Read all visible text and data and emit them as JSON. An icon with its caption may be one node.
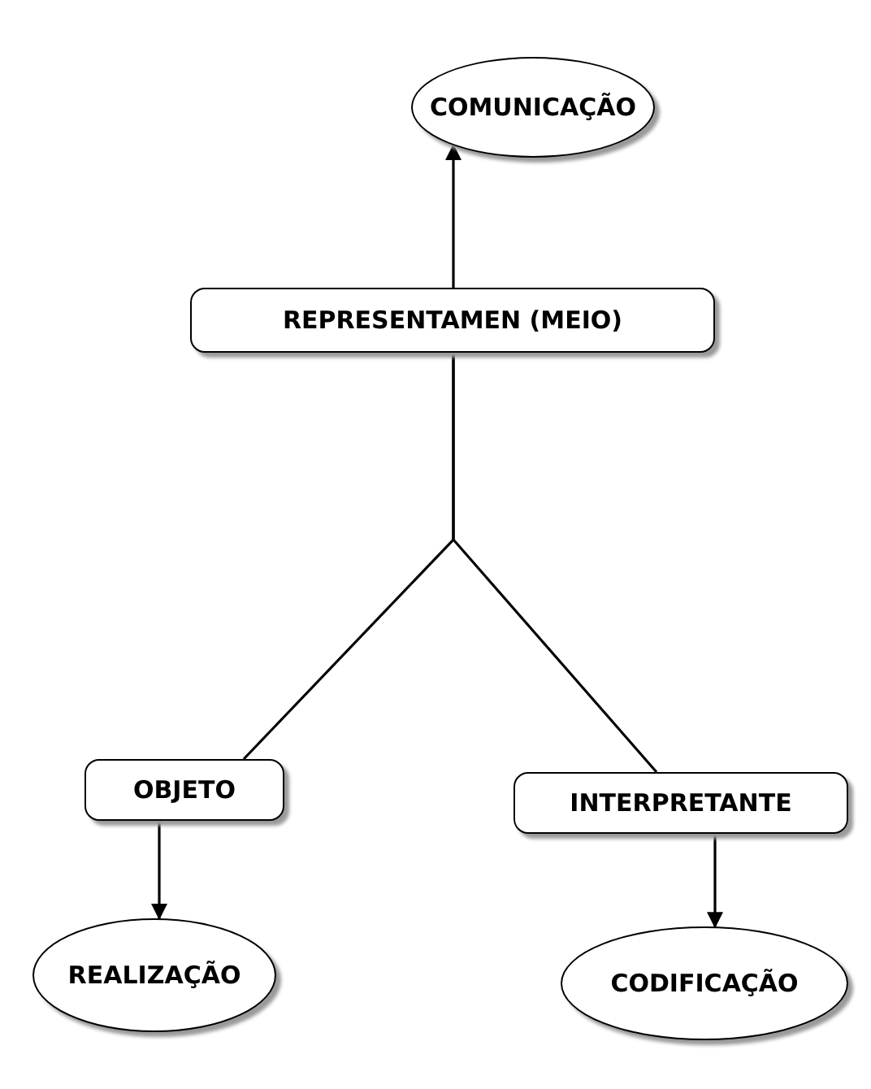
{
  "diagram": {
    "nodes": [
      {
        "text": [
          "COMUNICAÇÃO"
        ]
      },
      {
        "text": [
          "REPRESENTAMEN (MEIO)"
        ]
      },
      {
        "text": [
          "OBJETO"
        ]
      },
      {
        "text": [
          "INTERPRETANTE"
        ]
      },
      {
        "text": [
          "REALIZAÇÃO"
        ]
      },
      {
        "text": [
          "CODIFICAÇÃO"
        ]
      }
    ],
    "edges": [
      {
        "from": 1,
        "to": 0,
        "arrow": "to"
      },
      {
        "from": 1,
        "to": 2,
        "arrow": "none"
      },
      {
        "from": 1,
        "to": 3,
        "arrow": "none"
      },
      {
        "from": 2,
        "to": 4,
        "arrow": "to"
      },
      {
        "from": 3,
        "to": 5,
        "arrow": "to"
      }
    ]
  }
}
